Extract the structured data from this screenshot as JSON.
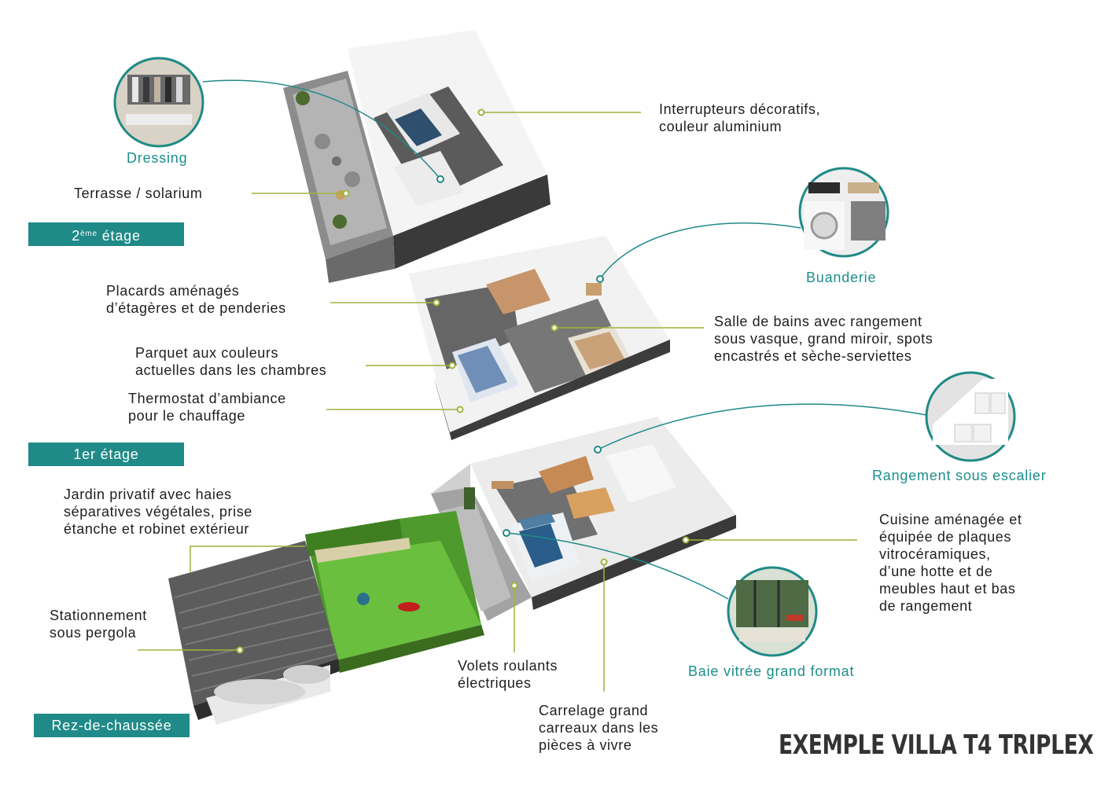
{
  "title": "EXEMPLE VILLA T4 TRIPLEX",
  "floors": {
    "second": {
      "label": "2",
      "sup": "ème",
      "rest": " étage"
    },
    "first": {
      "label": "1er étage"
    },
    "ground": {
      "label": "Rez-de-chaussée"
    }
  },
  "highlights": {
    "dressing": "Dressing",
    "buanderie": "Buanderie",
    "rangement": "Rangement sous escalier",
    "baie": "Baie vitrée grand format"
  },
  "annotations": {
    "interrupteurs": "Interrupteurs décoratifs,\ncouleur aluminium",
    "terrasse": "Terrasse / solarium",
    "placards": "Placards aménagés\nd’étagères et de penderies",
    "parquet": "Parquet aux couleurs\nactuelles dans les chambres",
    "thermostat": "Thermostat d’ambiance\npour le chauffage",
    "salle_bains": "Salle de bains avec rangement\nsous vasque, grand miroir, spots\nencastrés et sèche-serviettes",
    "jardin": "Jardin privatif avec haies\nséparatives végétales, prise\nétanche et robinet extérieur",
    "stationnement": "Stationnement\nsous pergola",
    "cuisine": "Cuisine aménagée et\néquipée de plaques\nvitrocéramiques,\nd’une hotte et de\nmeubles haut et bas\nde rangement",
    "volets": "Volets roulants\nélectriques",
    "carrelage": "Carrelage grand\ncarreaux dans les\npièces à vivre"
  },
  "colors": {
    "teal": "#1f8a87",
    "leader": "#9fb43c",
    "grass": "#4e9a2c"
  }
}
